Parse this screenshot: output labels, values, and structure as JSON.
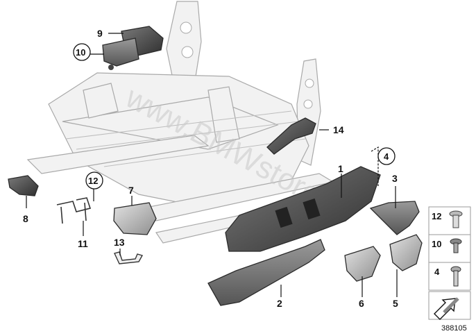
{
  "diagram": {
    "labels": {
      "p1": "1",
      "p2": "2",
      "p3": "3",
      "p4": "4",
      "p5": "5",
      "p6": "6",
      "p7": "7",
      "p8": "8",
      "p9": "9",
      "p10": "10",
      "p11": "11",
      "p12": "12",
      "p13": "13",
      "p14": "14"
    },
    "fastener_legend": [
      {
        "label": "12"
      },
      {
        "label": "10"
      },
      {
        "label": "4"
      }
    ],
    "doc_number": "388105",
    "watermark": "www.BMWstore.pl",
    "colors": {
      "part_dark": "#5a5a5a",
      "part_mid": "#8c8c8c",
      "part_light": "#c7c7c7",
      "frame": "#f2f2f2"
    }
  }
}
